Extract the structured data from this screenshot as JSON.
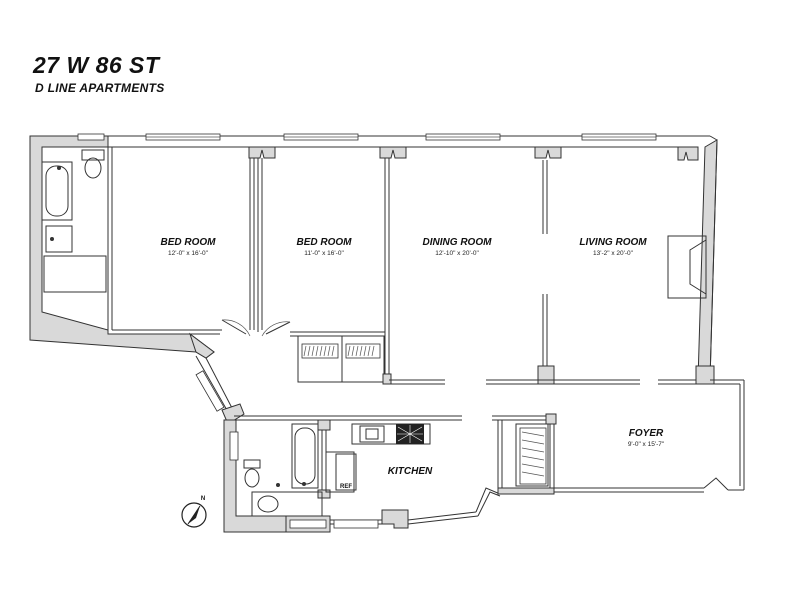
{
  "header": {
    "title": "27 W 86 ST",
    "subtitle": "D LINE APARTMENTS"
  },
  "rooms": {
    "bedroom1": {
      "name": "BED ROOM",
      "dims": "12'-0\" x 16'-0\""
    },
    "bedroom2": {
      "name": "BED ROOM",
      "dims": "11'-0\" x 16'-0\""
    },
    "dining": {
      "name": "DINING ROOM",
      "dims": "12'-10\" x 20'-0\""
    },
    "living": {
      "name": "LIVING ROOM",
      "dims": "13'-2\" x 20'-0\""
    },
    "foyer": {
      "name": "FOYER",
      "dims": "9'-0\" x 15'-7\""
    },
    "kitchen": {
      "name": "KITCHEN"
    }
  },
  "fixtures": {
    "refrigerator": "REF"
  },
  "compass": {
    "label": "N"
  },
  "colors": {
    "wall_fill": "#d9d9d9",
    "line": "#333333"
  }
}
